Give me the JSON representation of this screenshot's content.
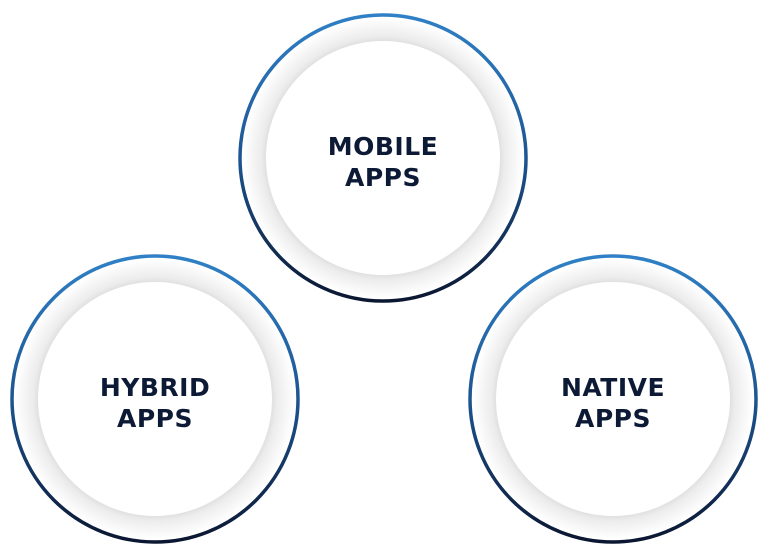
{
  "colors": {
    "ring_top": "#2f80c6",
    "ring_bottom": "#0b1630",
    "text": "#0d1a36"
  },
  "nodes": [
    {
      "id": "mobile",
      "lines": [
        "MOBILE",
        "APPS"
      ]
    },
    {
      "id": "hybrid",
      "lines": [
        "HYBRID",
        "APPS"
      ]
    },
    {
      "id": "native",
      "lines": [
        "NATIVE",
        "APPS"
      ]
    }
  ]
}
